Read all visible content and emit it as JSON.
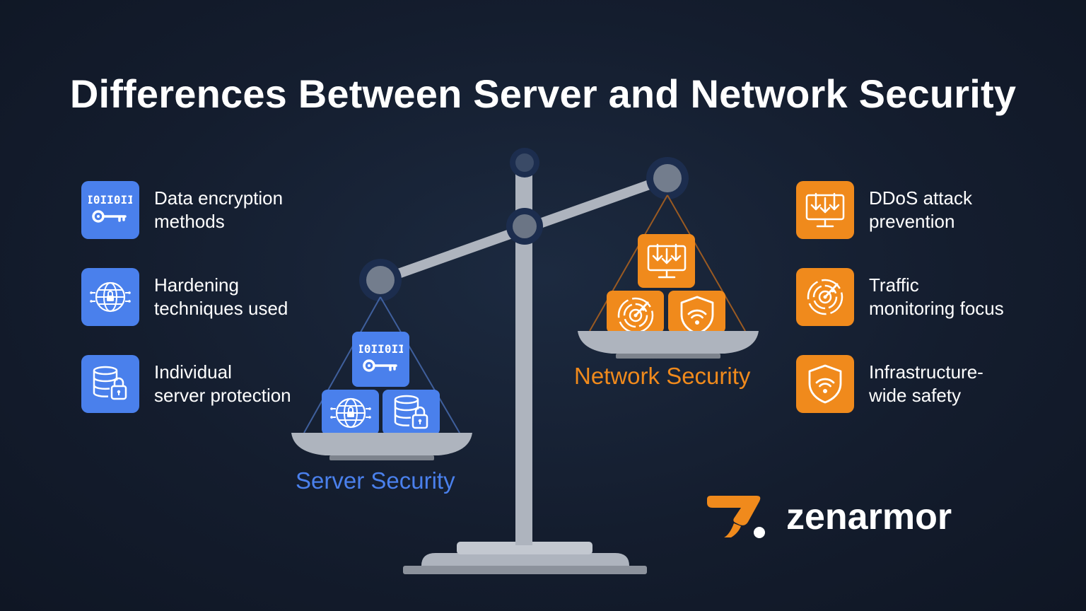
{
  "title": "Differences Between Server and Network Security",
  "colors": {
    "server": "#4a80ec",
    "network": "#f08a1c",
    "background": "#141d2e",
    "scale": "#aeb4be"
  },
  "server": {
    "label": "Server Security",
    "features": [
      {
        "icon": "binary-key-icon",
        "text": "Data encryption\nmethods"
      },
      {
        "icon": "globe-circuit-lock-icon",
        "text": "Hardening\ntechniques used"
      },
      {
        "icon": "database-lock-icon",
        "text": "Individual\nserver protection"
      }
    ]
  },
  "network": {
    "label": "Network Security",
    "features": [
      {
        "icon": "monitor-download-icon",
        "text": "DDoS attack\nprevention"
      },
      {
        "icon": "radar-icon",
        "text": "Traffic\nmonitoring focus"
      },
      {
        "icon": "wifi-shield-icon",
        "text": "Infrastructure-\nwide safety"
      }
    ]
  },
  "brand": {
    "name": "zenarmor"
  },
  "binary_text": "I0II0II"
}
